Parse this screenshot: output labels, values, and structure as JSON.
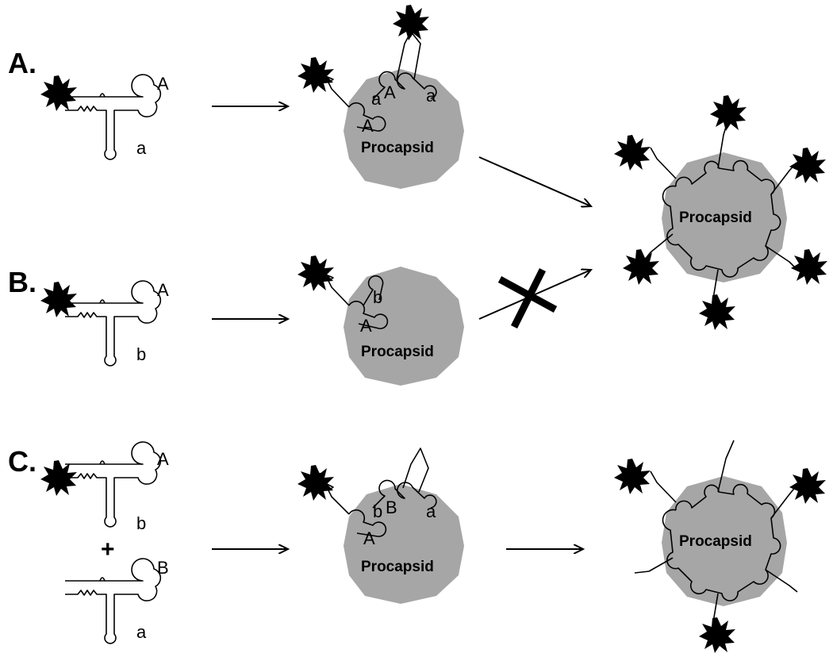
{
  "panels": {
    "a": {
      "label": "A.",
      "monomer": {
        "top_loop": "A",
        "bottom_loop": "a"
      },
      "intermediate": {
        "capsid_label": "Procapsid",
        "loops": [
          "a",
          "A",
          "a",
          "A"
        ]
      },
      "result": {
        "capsid_label": "Procapsid"
      }
    },
    "b": {
      "label": "B.",
      "monomer": {
        "top_loop": "A",
        "bottom_loop": "b"
      },
      "intermediate": {
        "capsid_label": "Procapsid",
        "loops": [
          "b",
          "A"
        ]
      }
    },
    "c": {
      "label": "C.",
      "monomer1": {
        "top_loop": "A",
        "bottom_loop": "b"
      },
      "plus": "+",
      "monomer2": {
        "top_loop": "B",
        "bottom_loop": "a"
      },
      "intermediate": {
        "capsid_label": "Procapsid",
        "loops": [
          "b",
          "B",
          "a",
          "A"
        ]
      },
      "result": {
        "capsid_label": "Procapsid"
      }
    }
  },
  "colors": {
    "capsid": "#a6a6a6",
    "ink": "#000000",
    "background": "#ffffff"
  },
  "icons": {
    "fluorophore": "starburst-icon",
    "blocked": "x-cross-icon"
  }
}
